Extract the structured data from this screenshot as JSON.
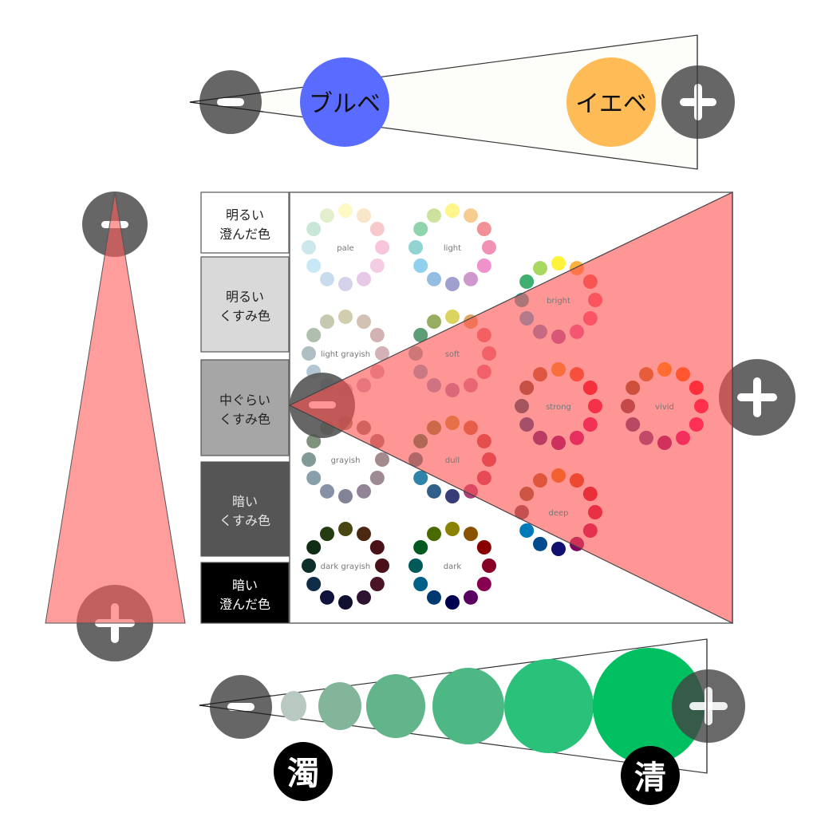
{
  "top_scale": {
    "minus": "−",
    "plus": "+",
    "left_label": "ブルベ",
    "right_label": "イエベ",
    "left_color": "#5a6bff",
    "right_color": "#ffbb55"
  },
  "brightness_labels": [
    {
      "line1": "明るい",
      "line2": "澄んだ色",
      "bg": "#ffffff",
      "fg": "#222222"
    },
    {
      "line1": "明るい",
      "line2": "くすみ色",
      "bg": "#d9d9d9",
      "fg": "#222222"
    },
    {
      "line1": "中ぐらい",
      "line2": "くすみ色",
      "bg": "#a6a6a6",
      "fg": "#222222"
    },
    {
      "line1": "暗い",
      "line2": "くすみ色",
      "bg": "#555555",
      "fg": "#e6e6e6"
    },
    {
      "line1": "暗い",
      "line2": "澄んだ色",
      "bg": "#000000",
      "fg": "#ffffff"
    }
  ],
  "tone_wheels": [
    {
      "name": "pale",
      "colors": [
        "#fdf8c4",
        "#f9e6c8",
        "#f8c9cc",
        "#f8c6da",
        "#f4cde4",
        "#e7c8e6",
        "#d3d2ea",
        "#c9dced",
        "#c9e8f5",
        "#cde8ea",
        "#c9e7d6",
        "#e3efcc"
      ]
    },
    {
      "name": "light",
      "colors": [
        "#fff58a",
        "#f6cd8e",
        "#f19096",
        "#f191b5",
        "#ef91ca",
        "#cf98cc",
        "#a0a0cc",
        "#94bde3",
        "#8fd0ef",
        "#92d4d4",
        "#90d4ae",
        "#cde39c"
      ]
    },
    {
      "name": "light grayish",
      "colors": [
        "#d3cdb0",
        "#d2c2b4",
        "#d2b2b3",
        "#d3b1b6",
        "#d2b0bb",
        "#c9aec0",
        "#b7b6c9",
        "#b0c2d1",
        "#b2c7d3",
        "#aebfc4",
        "#aebfae",
        "#c6c8b0"
      ]
    },
    {
      "name": "soft",
      "colors": [
        "#dcd460",
        "#e0a766",
        "#e1787a",
        "#e17a8c",
        "#dc7894",
        "#c88aaa",
        "#a78ab6",
        "#88a7d0",
        "#7cb6d0",
        "#7fb3b3",
        "#5f9d78",
        "#97ae62"
      ]
    },
    {
      "name": "grayish",
      "colors": [
        "#8e8c6c",
        "#937d70",
        "#a07e80",
        "#a38a8e",
        "#9e8a95",
        "#928496",
        "#838398",
        "#8690a6",
        "#88a0aa",
        "#829a96",
        "#7f937c",
        "#8a9070"
      ]
    },
    {
      "name": "dull",
      "colors": [
        "#c0a13a",
        "#c0743a",
        "#c04a4a",
        "#c54255",
        "#c2405e",
        "#a8407a",
        "#383d7a",
        "#30608a",
        "#2e84a8",
        "#3a8a8a",
        "#3a8a5a",
        "#7e8f3c"
      ]
    },
    {
      "name": "dark grayish",
      "colors": [
        "#4a4612",
        "#4a2812",
        "#4a1218",
        "#4a1218",
        "#4a1426",
        "#2e1430",
        "#101030",
        "#12123e",
        "#0f2c48",
        "#0e2e2c",
        "#0f2d12",
        "#243c12"
      ]
    },
    {
      "name": "dark",
      "colors": [
        "#8a8200",
        "#8a5200",
        "#880000",
        "#880026",
        "#880050",
        "#5a0060",
        "#000050",
        "#003a70",
        "#006088",
        "#005a5a",
        "#005a20",
        "#4a6a00"
      ]
    },
    {
      "name": "bright",
      "colors": [
        "#fff23a",
        "#fbb040",
        "#f15a5a",
        "#f25a70",
        "#f25a86",
        "#e060a0",
        "#a060b0",
        "#7090d0",
        "#40b8e0",
        "#30b0b0",
        "#40b070",
        "#a8d860"
      ]
    },
    {
      "name": "strong",
      "colors": [
        "#f39820",
        "#e85020",
        "#e60020",
        "#e60040",
        "#e00060",
        "#c00070",
        "#800070",
        "#502080",
        "#205090",
        "#206070",
        "#705030",
        "#b06030"
      ]
    },
    {
      "name": "vivid",
      "colors": [
        "#ff9a00",
        "#ff6000",
        "#ff0020",
        "#ff0040",
        "#ff0060",
        "#e00070",
        "#900070",
        "#6a4090",
        "#504080",
        "#704040",
        "#805020",
        "#c07020"
      ]
    },
    {
      "name": "deep",
      "colors": [
        "#e07a00",
        "#d04000",
        "#c8001a",
        "#c80030",
        "#c00050",
        "#800060",
        "#101070",
        "#004a90",
        "#007ab8",
        "#705050",
        "#806030",
        "#b06020"
      ]
    }
  ],
  "vertical_scale": {
    "minus": "−",
    "plus": "+"
  },
  "main_scale": {
    "minus": "−",
    "plus": "+"
  },
  "bottom_scale": {
    "minus": "−",
    "plus": "+",
    "left_label": "濁",
    "right_label": "清",
    "steps": [
      "#b7c9c0",
      "#82b59a",
      "#62b48a",
      "#4db884",
      "#2ac27a",
      "#00bf60"
    ]
  }
}
